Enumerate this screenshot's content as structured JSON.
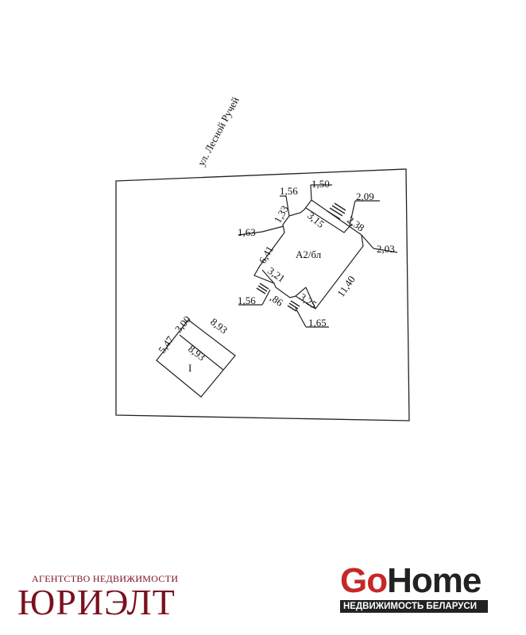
{
  "plan": {
    "street_label": "ул. Лесной Ручей",
    "building_label": "А2/бл",
    "outbuilding_label": "I",
    "dimensions": {
      "d1_56_top": "1,56",
      "d1_50": "1,50",
      "d2_09": "2,09",
      "d1_33": "1,33",
      "d3_15": "3,15",
      "d2_38": "2,38",
      "d1_63": "1,63",
      "d2_03": "2,03",
      "d6_41": "6,41",
      "d11_40": "11,40",
      "d3_21": "3,21",
      "d1_56_bottom": "1,56",
      "d_86": ",86",
      "d3_25": "3,25",
      "d1_65": "1,65",
      "d5_47": "5,47",
      "d3_00": "3,00",
      "d8_93_outer": "8,93",
      "d8_93_inner": "8,93"
    }
  },
  "logos": {
    "left_sub": "АГЕНТСТВО НЕДВИЖИМОСТИ",
    "left_main": "ЮРИЭЛТ",
    "right_go": "Go",
    "right_home": "Home",
    "right_bar": "НЕДВИЖИМОСТЬ БЕЛАРУСИ"
  }
}
